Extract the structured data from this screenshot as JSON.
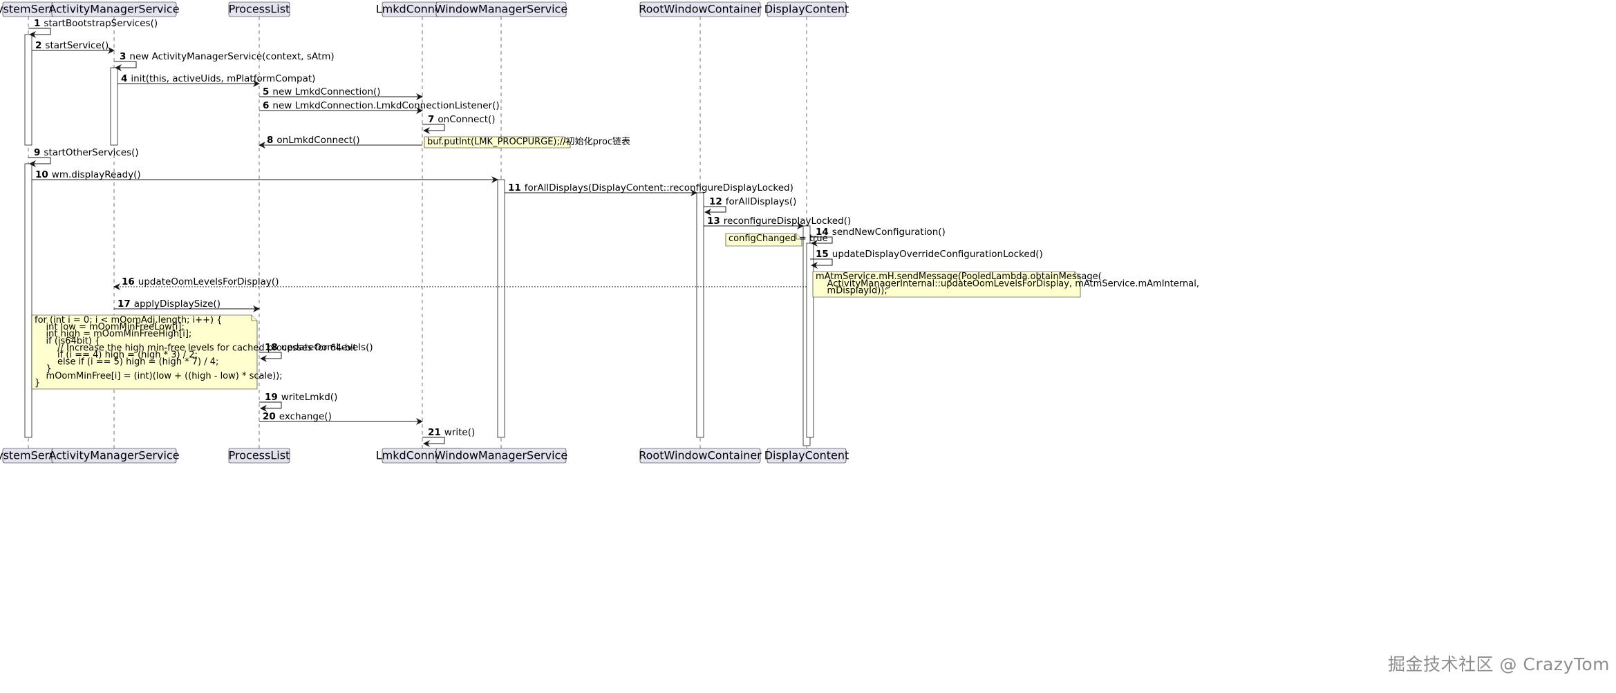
{
  "participants": [
    {
      "id": "ss",
      "label": "SystemServer"
    },
    {
      "id": "ams",
      "label": "ActivityManagerService"
    },
    {
      "id": "pl",
      "label": "ProcessList"
    },
    {
      "id": "lc",
      "label": "LmkdConnection"
    },
    {
      "id": "wms",
      "label": "WindowManagerService"
    },
    {
      "id": "rwc",
      "label": "RootWindowContainer"
    },
    {
      "id": "dc",
      "label": "DisplayContent"
    }
  ],
  "messages": [
    {
      "num": "1",
      "from": "ss",
      "to": "ss",
      "label": "startBootstrapServices()"
    },
    {
      "num": "2",
      "from": "ss",
      "to": "ams",
      "label": "startService()"
    },
    {
      "num": "3",
      "from": "ams",
      "to": "ams",
      "label": "new ActivityManagerService(context, sAtm)"
    },
    {
      "num": "4",
      "from": "ams",
      "to": "pl",
      "label": "init(this, activeUids, mPlatformCompat)"
    },
    {
      "num": "5",
      "from": "pl",
      "to": "lc",
      "label": "new LmkdConnection()"
    },
    {
      "num": "6",
      "from": "pl",
      "to": "lc",
      "label": "new LmkdConnection.LmkdConnectionListener()"
    },
    {
      "num": "7",
      "from": "lc",
      "to": "lc",
      "label": "onConnect()"
    },
    {
      "num": "8",
      "from": "lc",
      "to": "pl",
      "label": "onLmkdConnect()"
    },
    {
      "num": "9",
      "from": "ss",
      "to": "ss",
      "label": "startOtherServices()"
    },
    {
      "num": "10",
      "from": "ss",
      "to": "wms",
      "label": "wm.displayReady()"
    },
    {
      "num": "11",
      "from": "wms",
      "to": "rwc",
      "label": "forAllDisplays(DisplayContent::reconfigureDisplayLocked)"
    },
    {
      "num": "12",
      "from": "rwc",
      "to": "rwc",
      "label": "forAllDisplays()"
    },
    {
      "num": "13",
      "from": "rwc",
      "to": "dc",
      "label": "reconfigureDisplayLocked()"
    },
    {
      "num": "14",
      "from": "dc",
      "to": "dc",
      "label": "sendNewConfiguration()"
    },
    {
      "num": "15",
      "from": "dc",
      "to": "dc",
      "label": "updateDisplayOverrideConfigurationLocked()"
    },
    {
      "num": "16",
      "from": "dc",
      "to": "ams",
      "label": "updateOomLevelsForDisplay()",
      "dashed": true
    },
    {
      "num": "17",
      "from": "ams",
      "to": "pl",
      "label": "applyDisplaySize()"
    },
    {
      "num": "18",
      "from": "pl",
      "to": "pl",
      "label": "updateOomLevels()"
    },
    {
      "num": "19",
      "from": "pl",
      "to": "pl",
      "label": "writeLmkd()"
    },
    {
      "num": "20",
      "from": "pl",
      "to": "lc",
      "label": "exchange()"
    },
    {
      "num": "21",
      "from": "lc",
      "to": "lc",
      "label": "write()"
    }
  ],
  "notes": [
    {
      "id": "note-proc",
      "lines": [
        "buf.putInt(LMK_PROCPURGE);//初始化proc链表"
      ]
    },
    {
      "id": "note-config",
      "lines": [
        "configChanged = true"
      ]
    },
    {
      "id": "note-send",
      "lines": [
        "mAtmService.mH.sendMessage(PooledLambda.obtainMessage(",
        "    ActivityManagerInternal::updateOomLevelsForDisplay, mAtmService.mAmInternal,",
        "    mDisplayId));"
      ]
    },
    {
      "id": "note-oom",
      "lines": [
        "for (int i = 0; i < mOomAdj.length; i++) {",
        "    int low = mOomMinFreeLow[i];",
        "    int high = mOomMinFreeHigh[i];",
        "    if (is64bit) {",
        "        // Increase the high min-free levels for cached processes for 64-bit",
        "        if (i == 4) high = (high * 3) / 2;",
        "        else if (i == 5) high = (high * 7) / 4;",
        "    }",
        "    mOomMinFree[i] = (int)(low + ((high - low) * scale));",
        "}"
      ]
    }
  ],
  "watermark": "掘金技术社区 @ CrazyTom",
  "colors": {
    "participant_fill": "#e2e2f0",
    "participant_stroke": "#181818",
    "note_fill": "#fefece",
    "lifeline": "#181818",
    "activation_fill": "#ffffff"
  }
}
